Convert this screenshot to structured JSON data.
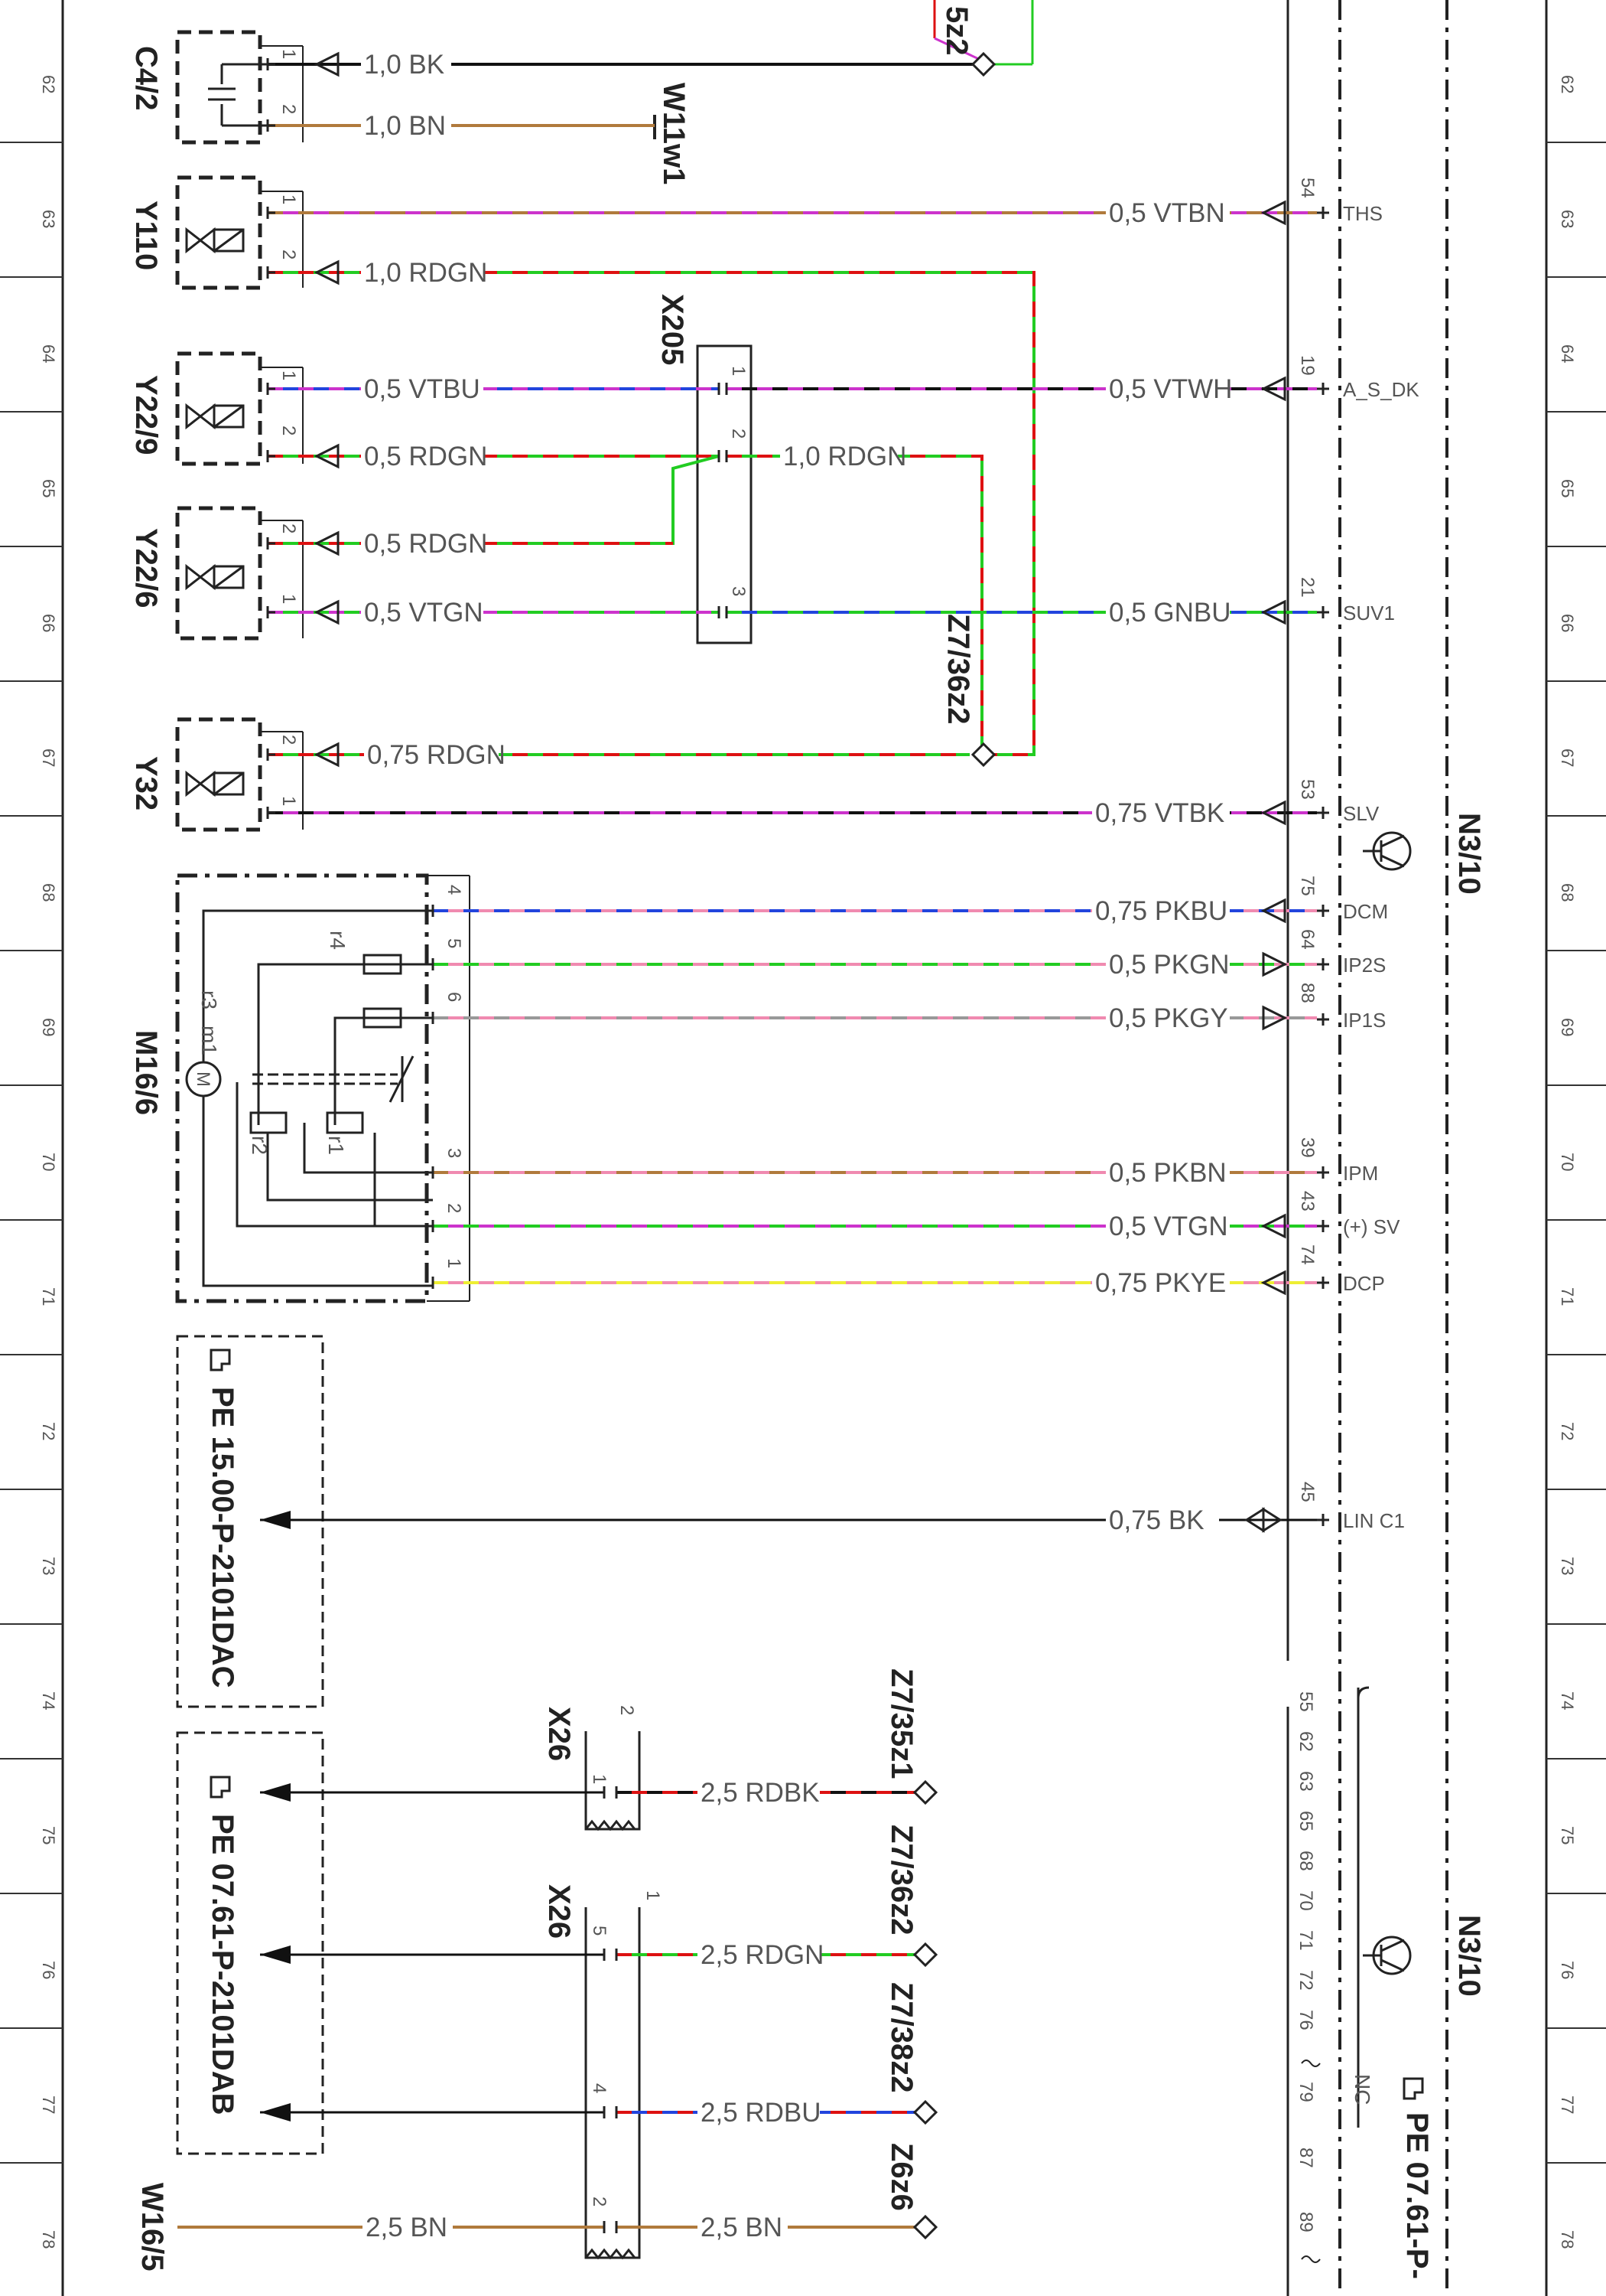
{
  "row_numbers": [
    "62",
    "63",
    "64",
    "65",
    "66",
    "67",
    "68",
    "69",
    "70",
    "71",
    "72",
    "73",
    "74",
    "75",
    "76",
    "77",
    "78"
  ],
  "control_unit": {
    "label_top": "N3/10",
    "label_bottom": "N3/10",
    "pins": [
      {
        "num": "54",
        "name": "THS"
      },
      {
        "num": "19",
        "name": "A_S_DK"
      },
      {
        "num": "21",
        "name": "SUV1"
      },
      {
        "num": "53",
        "name": "SLV"
      },
      {
        "num": "75",
        "name": "DCM"
      },
      {
        "num": "64",
        "name": "IP2S"
      },
      {
        "num": "88",
        "name": "IP1S"
      },
      {
        "num": "39",
        "name": "IPM"
      },
      {
        "num": "43",
        "name": "(+) SV"
      },
      {
        "num": "74",
        "name": "DCP"
      },
      {
        "num": "45",
        "name": "LIN C1"
      }
    ],
    "nc_pins": [
      "55",
      "62",
      "63",
      "65",
      "68",
      "70",
      "71",
      "72",
      "76",
      "79",
      "87",
      "89"
    ],
    "nc_label": "NC",
    "page_ref": "PE 07.61-P-"
  },
  "components": {
    "c4_2": "C4/2",
    "w11w1": "W11w1",
    "y110": "Y110",
    "y22_9": "Y22/9",
    "y22_6": "Y22/6",
    "y32": "Y32",
    "m16_6": "M16/6",
    "x205": "X205",
    "x26_a": "X26",
    "x26_b": "X26",
    "w16_5": "W16/5",
    "z7_36z2_mid": "Z7/36z2",
    "z7_35z1": "Z7/35z1",
    "z7_36z2": "Z7/36z2",
    "z7_38z2": "Z7/38z2",
    "z6z6": "Z6z6",
    "top_partial": "5z2",
    "pin_1": "1",
    "pin_2": "2",
    "pin_3": "3",
    "pin_4": "4",
    "pin_5": "5",
    "pin_6": "6",
    "r1": "r1",
    "r2": "r2",
    "r3": "r3",
    "r4": "r4",
    "m1": "m1",
    "motor_m": "M"
  },
  "references": {
    "pe_2101dac": "PE 15.00-P-2101DAC",
    "pe_2101dab": "PE 07.61-P-2101DAB"
  },
  "wires": {
    "c4_bk": "1,0 BK",
    "c4_bn": "1,0 BN",
    "y110_vtbn": "0,5 VTBN",
    "y110_rdgn": "1,0 RDGN",
    "y22_9_vtbu": "0,5 VTBU",
    "x205_vtwh": "0,5 VTWH",
    "y22_9_rdgn": "0,5 RDGN",
    "x205_rdgn": "1,0 RDGN",
    "y22_6_rdgn": "0,5 RDGN",
    "y22_6_vtgn": "0,5 VTGN",
    "x205_gnbu": "0,5 GNBU",
    "y32_rdgn": "0,75 RDGN",
    "y32_vtbk": "0,75 VTBK",
    "m16_pkbu": "0,75 PKBU",
    "m16_pkgn": "0,5 PKGN",
    "m16_pkgy": "0,5 PKGY",
    "m16_pkbn": "0,5 PKBN",
    "m16_vtgn": "0,5 VTGN",
    "m16_pkye": "0,75 PKYE",
    "lin_bk": "0,75 BK",
    "x26_rdbk": "2,5 RDBK",
    "x26_rdgn": "2,5 RDGN",
    "x26_rdbu": "2,5 RDBU",
    "x26_bn_right": "2,5 BN",
    "w16_bn_left": "2,5 BN"
  },
  "colors": {
    "black": "#111111",
    "brown": "#b07a3c",
    "violet": "#cc33cc",
    "green": "#22cc22",
    "red": "#dd1111",
    "blue": "#2244dd",
    "pink": "#f08ab0",
    "yellow": "#eeee33",
    "grey": "#999999",
    "white_trace": "#ffffff"
  }
}
